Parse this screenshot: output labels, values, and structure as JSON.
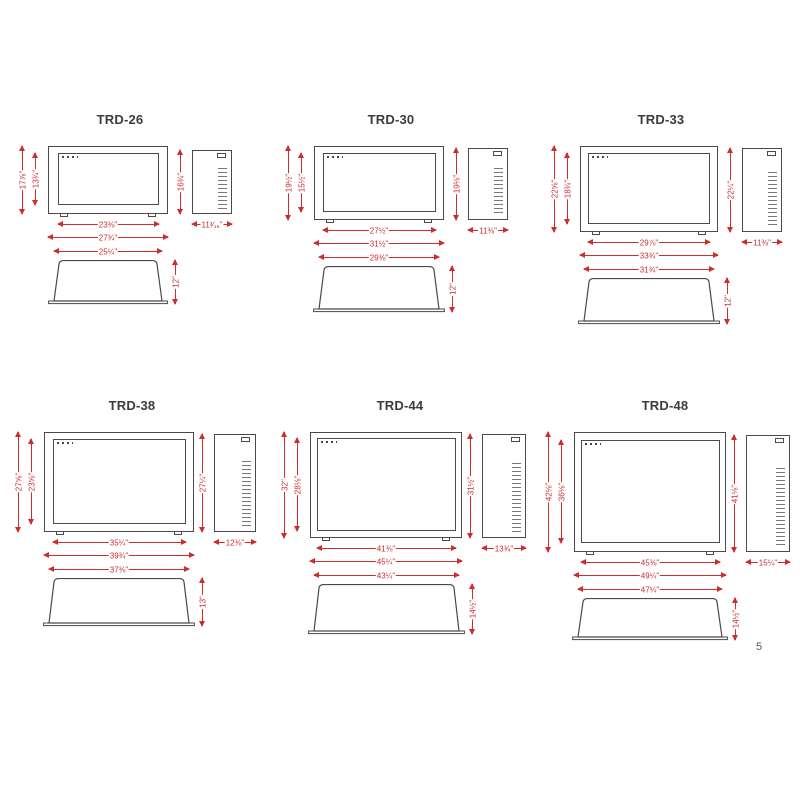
{
  "page": {
    "number": "5"
  },
  "models": [
    {
      "name": "TRD-26",
      "front": {
        "outer_height": "17⅞\"",
        "inner_height": "13¾\"",
        "inner_width": "23⅜\"",
        "outer_width": "27¾\""
      },
      "side": {
        "height": "16¾\"",
        "depth": "11³⁄₁₆\""
      },
      "trim": {
        "width": "25¼\"",
        "height": "12\""
      }
    },
    {
      "name": "TRD-30",
      "front": {
        "outer_height": "19½\"",
        "inner_height": "15½\"",
        "inner_width": "27½\"",
        "outer_width": "31½\""
      },
      "side": {
        "height": "19⅛\"",
        "depth": "11⅜\""
      },
      "trim": {
        "width": "29⅜\"",
        "height": "12\""
      }
    },
    {
      "name": "TRD-33",
      "front": {
        "outer_height": "22⅝\"",
        "inner_height": "18¾\"",
        "inner_width": "29⅞\"",
        "outer_width": "33¾\""
      },
      "side": {
        "height": "22¼\"",
        "depth": "11⅜\""
      },
      "trim": {
        "width": "31¾\"",
        "height": "12\""
      }
    },
    {
      "name": "TRD-38",
      "front": {
        "outer_height": "27⅝\"",
        "inner_height": "23⅝\"",
        "inner_width": "35¼\"",
        "outer_width": "39¾\""
      },
      "side": {
        "height": "27¼\"",
        "depth": "12⅜\""
      },
      "trim": {
        "width": "37⅜\"",
        "height": "13\""
      }
    },
    {
      "name": "TRD-44",
      "front": {
        "outer_height": "32\"",
        "inner_height": "28⅛\"",
        "inner_width": "41⅜\"",
        "outer_width": "45¼\""
      },
      "side": {
        "height": "31½\"",
        "depth": "13¾\""
      },
      "trim": {
        "width": "43¼\"",
        "height": "14½\""
      }
    },
    {
      "name": "TRD-48",
      "front": {
        "outer_height": "42⅛\"",
        "inner_height": "36⅛\"",
        "inner_width": "45⅜\"",
        "outer_width": "49¼\""
      },
      "side": {
        "height": "41⅛\"",
        "depth": "15¼\""
      },
      "trim": {
        "width": "47¼\"",
        "height": "14½\""
      }
    }
  ]
}
